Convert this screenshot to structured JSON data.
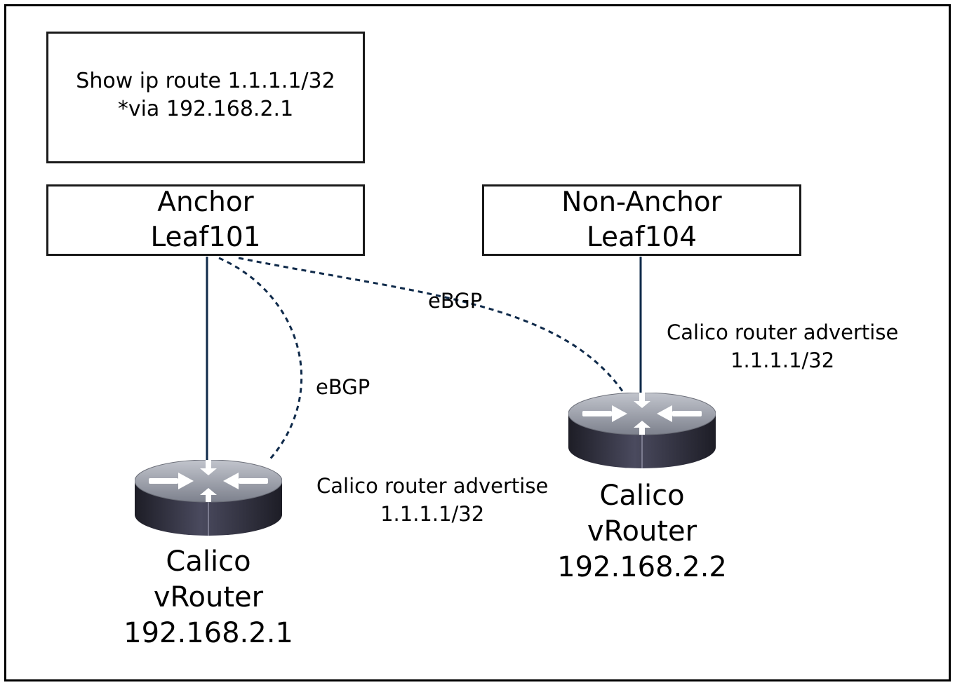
{
  "route_box": {
    "line1": "Show ip route 1.1.1.1/32",
    "line2": "*via 192.168.2.1"
  },
  "anchor_leaf": {
    "role": "Anchor",
    "name": "Leaf101"
  },
  "nonanchor_leaf": {
    "role": "Non-Anchor",
    "name": "Leaf104"
  },
  "links": {
    "ebgp_left": "eBGP",
    "ebgp_right": "eBGP"
  },
  "advertise_left": {
    "line1": "Calico router advertise",
    "line2": "1.1.1.1/32"
  },
  "advertise_right": {
    "line1": "Calico router advertise",
    "line2": "1.1.1.1/32"
  },
  "router_left": {
    "line1": "Calico",
    "line2": "vRouter",
    "ip": "192.168.2.1"
  },
  "router_right": {
    "line1": "Calico",
    "line2": "vRouter",
    "ip": "192.168.2.2"
  },
  "colors": {
    "link": "#0f2a4a",
    "router_top": "#9fa3ae",
    "router_body": "#3b3b4a"
  },
  "icons": {
    "router": "router-icon"
  }
}
